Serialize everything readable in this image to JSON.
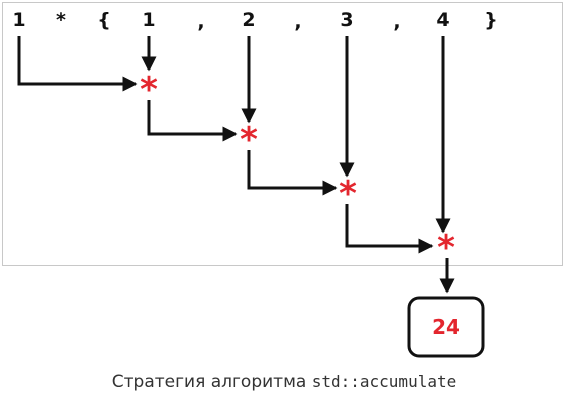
{
  "expression": {
    "init": "1",
    "star": "*",
    "open_brace": "{",
    "elements": [
      "1",
      "2",
      "3",
      "4"
    ],
    "comma": ",",
    "close_brace": "}"
  },
  "operator": "*",
  "result": "24",
  "caption": {
    "text": "Стратегия алгоритма",
    "code": "std::accumulate"
  },
  "colors": {
    "operator": "#e3262e",
    "ink": "#111111",
    "frame": "#c8c8c8"
  }
}
